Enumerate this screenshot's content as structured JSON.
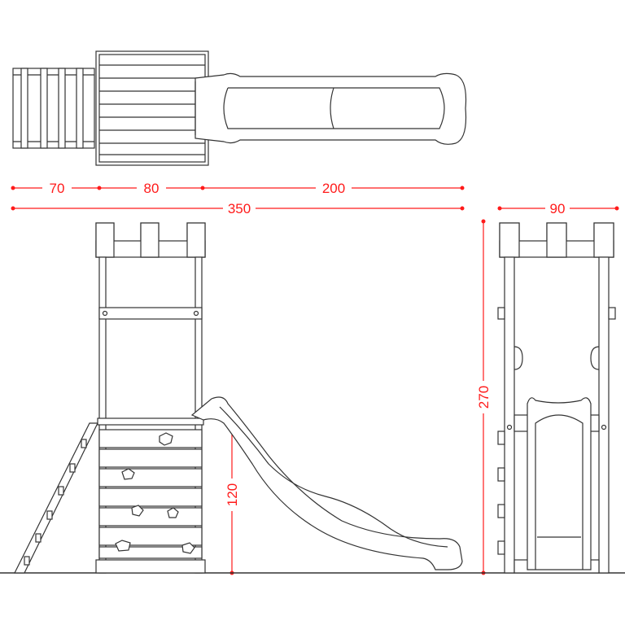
{
  "dimensions": {
    "ladder_length": "70",
    "tower_length": "80",
    "slide_length": "200",
    "total_length": "350",
    "width": "90",
    "total_height": "270",
    "platform_height": "120"
  },
  "colors": {
    "dimension": "#ff1a1a",
    "outline": "#333333"
  }
}
